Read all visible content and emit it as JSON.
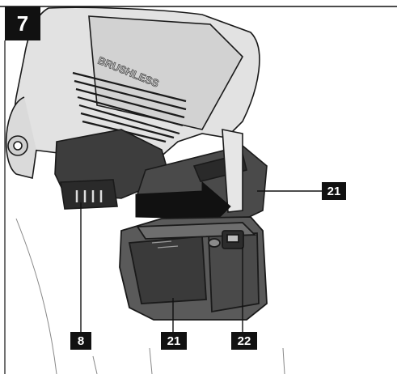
{
  "figure": {
    "step_number": "7",
    "motor_label": "BRUSHLESS",
    "callouts": {
      "release_latch": "8",
      "battery_bottom": "21",
      "battery_right": "21",
      "charge_indicator": "22"
    }
  },
  "colors": {
    "line": "#1a1a1a",
    "body_gray": "#dcdcdc",
    "battery_dark": "#3a3a3a",
    "battery_mid": "#5c5c5c",
    "badge": "#111111"
  }
}
